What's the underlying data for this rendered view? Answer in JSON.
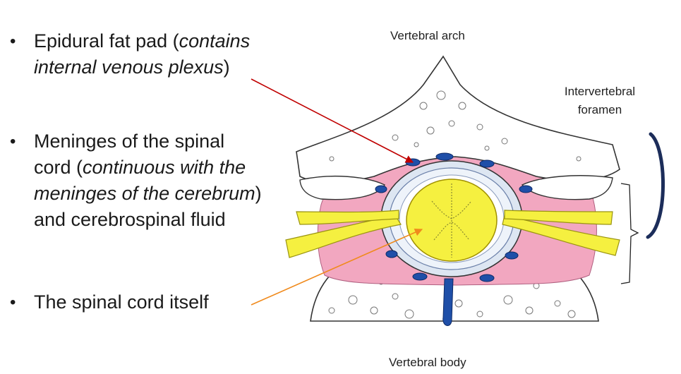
{
  "bullets": [
    {
      "marker": "•",
      "line1_normal": "Epidural fat pad (",
      "line1_italic": "contains",
      "line2_italic": "internal venous plexus",
      "line2_normal": ")"
    },
    {
      "marker": "•",
      "line1": "Meninges of the spinal",
      "line2_normal": "cord (",
      "line2_italic": "continuous with the",
      "line3_italic": "meninges of the cerebrum",
      "line3_normal": ")",
      "line4": "and cerebrospinal fluid"
    },
    {
      "marker": "•",
      "line1": "The spinal cord itself"
    }
  ],
  "labels": {
    "arch": "Vertebral arch",
    "body": "Vertebral body",
    "foramen_line1": "Intervertebral",
    "foramen_line2": "foramen"
  },
  "colors": {
    "arrow_epidural": "#c00000",
    "arrow_cord": "#f08a1c",
    "bone_fill": "#ffffff",
    "fat_pink": "#f2a7c0",
    "veins_blue": "#1f4fa8",
    "cord_yellow": "#f5f040",
    "brace_navy": "#1c2d5a"
  }
}
